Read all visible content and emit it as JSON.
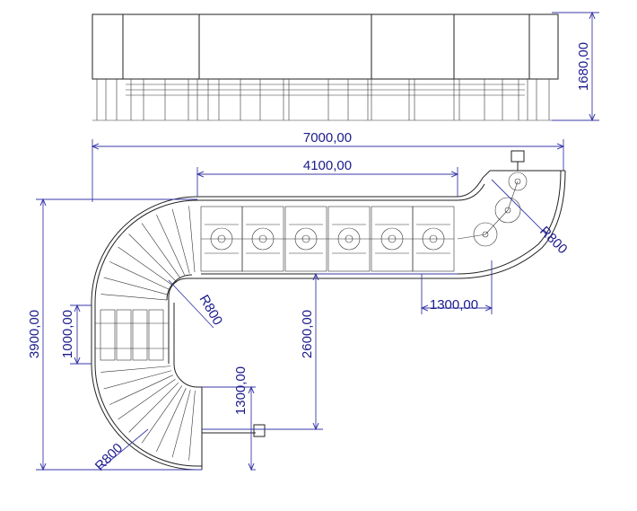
{
  "dimensions": {
    "height_top_view": "1680,00",
    "overall_width": "7000,00",
    "straight_length": "4100,00",
    "overall_height": "3900,00",
    "module_height": "1000,00",
    "inner_height": "2600,00",
    "right_offset": "1300,00",
    "lower_offset": "1300,00"
  },
  "radii": {
    "inner_upper": "R800",
    "outer_lower": "R800",
    "right_turn": "R800"
  },
  "colors": {
    "dimension": "#1a1a8c",
    "geometry": "#222222"
  }
}
